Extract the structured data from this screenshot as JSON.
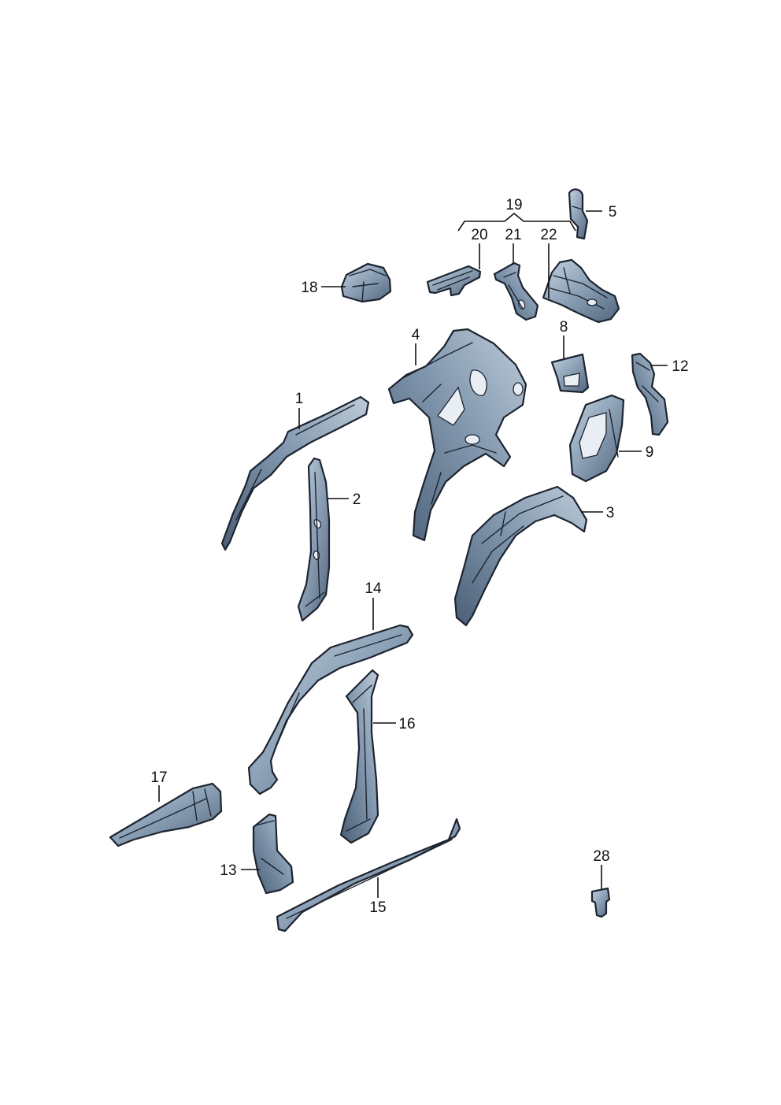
{
  "colors": {
    "part_light": "#b9c9d8",
    "part_mid": "#7f96ad",
    "part_dark": "#4d6278",
    "outline": "#1d2430",
    "background": "#ffffff"
  },
  "callouts": {
    "c1": "1",
    "c2": "2",
    "c3": "3",
    "c4": "4",
    "c5": "5",
    "c8": "8",
    "c9": "9",
    "c12": "12",
    "c13": "13",
    "c14": "14",
    "c15": "15",
    "c16": "16",
    "c17": "17",
    "c18": "18",
    "c19": "19",
    "c20": "20",
    "c21": "21",
    "c22": "22",
    "c28": "28"
  }
}
